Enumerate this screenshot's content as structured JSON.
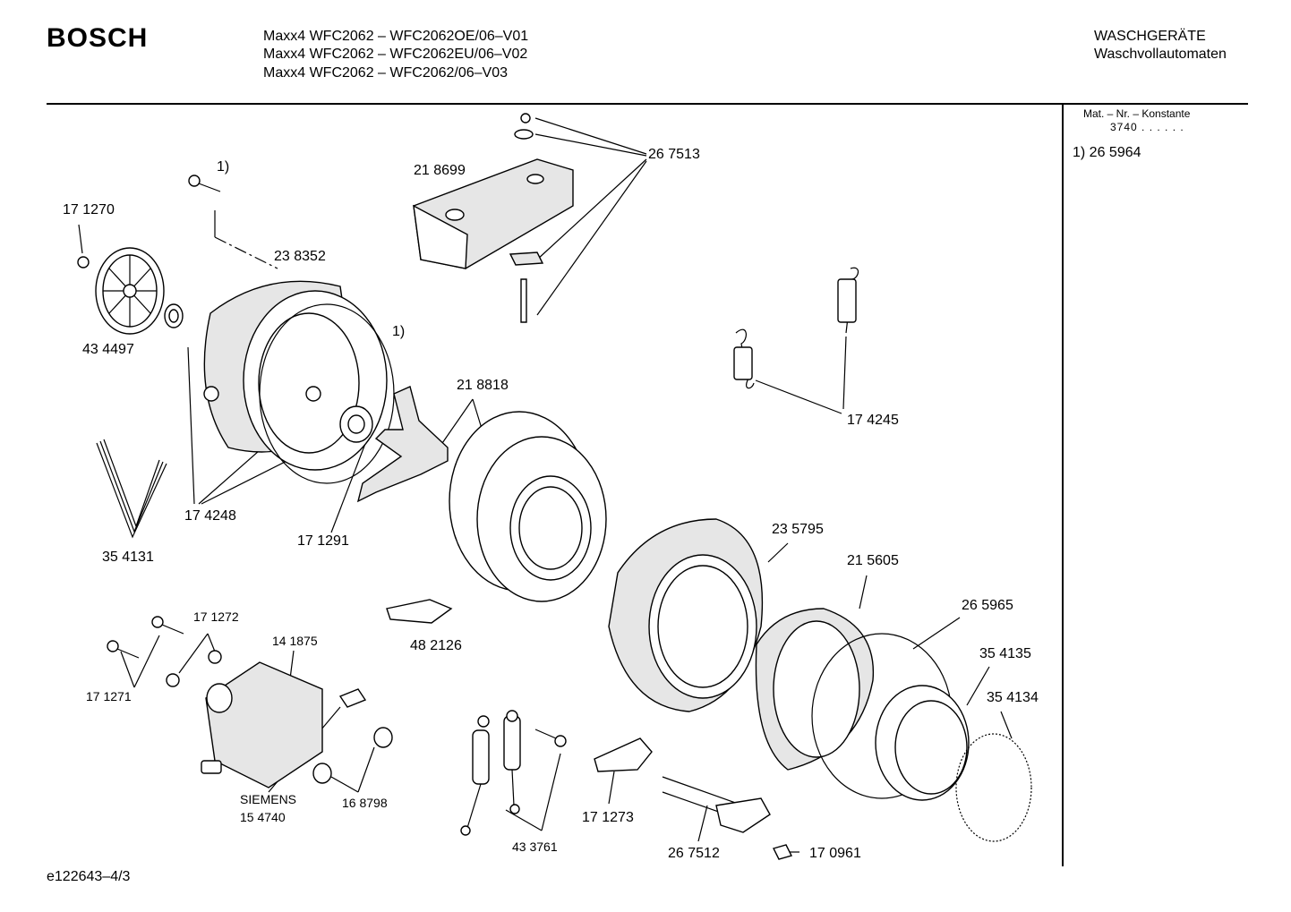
{
  "header": {
    "brand": "BOSCH",
    "models": [
      "Maxx4 WFC2062 – WFC2062OE/06–V01",
      "Maxx4 WFC2062 – WFC2062EU/06–V02",
      "Maxx4 WFC2062 – WFC2062/06–V03"
    ],
    "category": "WASCHGERÄTE",
    "subcategory": "Waschvollautomaten"
  },
  "sidebar": {
    "mat_label": "Mat. – Nr. – Konstante",
    "mat_value": "3740 . . . . . .",
    "note": "1) 26 5964"
  },
  "footer": {
    "drawing_id": "e122643–4/3"
  },
  "parts": {
    "p267513": "26 7513",
    "p218699": "21 8699",
    "p171270": "17 1270",
    "note1a": "1)",
    "note1b": "1)",
    "p238352": "23 8352",
    "p434497": "43 4497",
    "p218818": "21 8818",
    "p174245": "17 4245",
    "p174248": "17 4248",
    "p171291": "17 1291",
    "p354131": "35 4131",
    "p235795": "23 5795",
    "p215605": "21 5605",
    "p265965": "26 5965",
    "p354135": "35 4135",
    "p354134": "35 4134",
    "p171272": "17 1272",
    "p141875": "14 1875",
    "p482126": "48 2126",
    "p171271": "17 1271",
    "siemens": "SIEMENS",
    "p154740": "15 4740",
    "p168798": "16 8798",
    "p433761": "43 3761",
    "p171273": "17 1273",
    "p267512": "26 7512",
    "p170961": "17 0961"
  }
}
